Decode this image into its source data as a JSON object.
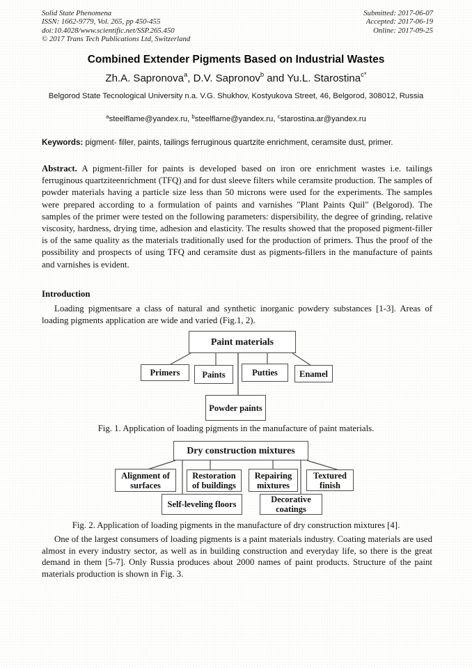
{
  "header": {
    "left_lines": [
      "Solid State Phenomena",
      "ISSN: 1662-9779, Vol. 265, pp 450-455",
      "doi:10.4028/www.scientific.net/SSP.265.450",
      "© 2017 Trans Tech Publications Ltd, Switzerland"
    ],
    "right_lines": [
      "Submitted: 2017-06-07",
      "Accepted: 2017-06-19",
      "Online: 2017-09-25"
    ]
  },
  "title": "Combined Extender Pigments Based on Industrial Wastes",
  "authors": {
    "items": [
      {
        "name": "Zh.A. Sapronova",
        "sup": "a",
        "sep": ", "
      },
      {
        "name": "D.V. Sapronov",
        "sup": "b",
        "sep": " and "
      },
      {
        "name": "Yu.L. Starostina",
        "sup": "c*",
        "sep": ""
      }
    ]
  },
  "affiliation": "Belgorod State Tecnological University n.a. V.G. Shukhov, Kostyukova Street, 46, Belgorod, 308012, Russia",
  "emails": {
    "items": [
      {
        "sup": "a",
        "address": "steelflame@yandex.ru",
        "sep": ", "
      },
      {
        "sup": "b",
        "address": "steelflame@yandex.ru",
        "sep": ", "
      },
      {
        "sup": "c",
        "address": "starostina.ar@yandex.ru",
        "sep": ""
      }
    ]
  },
  "keywords": {
    "label": "Keywords:",
    "text": " pigment- filler, paints, tailings ferruginous quartzite enrichment, ceramsite dust, primer."
  },
  "abstract": {
    "label": "Abstract.",
    "text": " A pigment-filler for paints is developed based on iron ore enrichment wastes i.e. tailings ferruginous quartziteenrichment (TFQ) and for dust sleeve filters while ceramsite production. The samples of powder materials having a particle size less than 50 microns were used for the experiments. The samples were prepared according to a formulation of paints and varnishes \"Plant Paints Quil\" (Belgorod). The samples of the primer were tested on the following parameters: dispersibility, the degree of grinding, relative viscosity, hardness, drying time, adhesion and elasticity. The results showed that the proposed pigment-filler is of the same quality as the materials traditionally used for the production of primers. Thus the proof of the possibility and prospects of using TFQ and ceramsite dust as pigments-fillers in the manufacture of paints and varnishes is evident."
  },
  "introduction": {
    "heading": "Introduction",
    "paragraph": "Loading pigmentsare a class of natural and synthetic inorganic powdery substances [1-3]. Areas of loading pigments application are wide and varied (Fig.1, 2)."
  },
  "fig1": {
    "root_label": "Paint materials",
    "boxes": [
      "Primers",
      "Paints",
      "Putties",
      "Enamel",
      "Powder paints"
    ],
    "caption": "Fig. 1. Application of loading pigments in the manufacture of paint materials."
  },
  "fig2": {
    "root_label": "Dry construction mixtures",
    "boxes": [
      "Alignment of surfaces",
      "Restoration of buildings",
      "Repairing mixtures",
      "Textured finish",
      "Self-leveling floors",
      "Decorative coatings"
    ],
    "caption": "Fig. 2. Application of loading pigments in the manufacture of dry construction mixtures [4]."
  },
  "paragraph2": "One of the largest consumers of loading pigments is a paint materials industry. Coating materials are used almost in every industry sector, as well as in building construction and everyday life, so there is the great demand in them [5-7]. Only Russia produces about 2000 names of paint products. Structure of the paint materials production is shown in Fig. 3."
}
